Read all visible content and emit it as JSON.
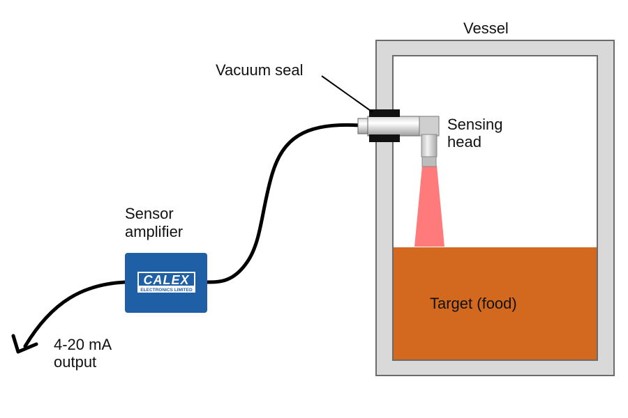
{
  "labels": {
    "vessel": "Vessel",
    "vacuum_seal": "Vacuum seal",
    "sensing_head_line1": "Sensing",
    "sensing_head_line2": "head",
    "sensor_amplifier_line1": "Sensor",
    "sensor_amplifier_line2": "amplifier",
    "output_line1": "4-20 mA",
    "output_line2": "output",
    "target": "Target (food)"
  },
  "logo": {
    "brand": "CALEX",
    "subtitle": "ELECTRONICS LIMITED"
  },
  "colors": {
    "vessel_wall": "#d9d9d9",
    "vessel_outline": "#6b6b6b",
    "target_food": "#d2691e",
    "beam": "#ff7a7a",
    "amplifier_box": "#1f5fa6",
    "cable": "#000000",
    "seal": "#111111"
  }
}
